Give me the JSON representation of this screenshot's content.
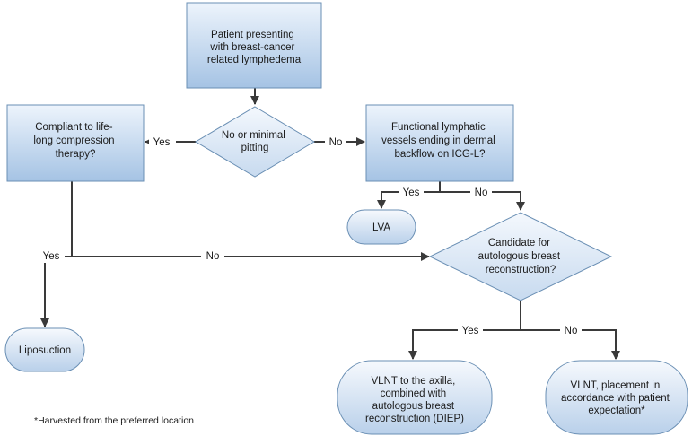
{
  "nodes": {
    "start": [
      "Patient presenting",
      "with breast-cancer",
      "related lymphedema"
    ],
    "pitting": [
      "No or minimal",
      "pitting"
    ],
    "compliant": [
      "Compliant to life-",
      "long compression",
      "therapy?"
    ],
    "functional": [
      "Functional lymphatic",
      "vessels ending in dermal",
      "backflow on ICG-L?"
    ],
    "lva": [
      "LVA"
    ],
    "candidate": [
      "Candidate for",
      "autologous breast",
      "reconstruction?"
    ],
    "liposuction": [
      "Liposuction"
    ],
    "vlnt_axilla": [
      "VLNT to the axilla,",
      "combined with",
      "autologous breast",
      "reconstruction (DIEP)"
    ],
    "vlnt_placement": [
      "VLNT, placement in",
      "accordance with patient",
      "expectation*"
    ]
  },
  "edge_labels": {
    "pitting_yes": "Yes",
    "pitting_no": "No",
    "functional_yes": "Yes",
    "functional_no": "No",
    "compliant_yes": "Yes",
    "compliant_no": "No",
    "candidate_yes": "Yes",
    "candidate_no": "No"
  },
  "footnote": "*Harvested from the preferred location",
  "colors": {
    "box_fill_top": "#e8f1fb",
    "box_fill_bottom": "#a9c6e6",
    "border": "#6a8fb4",
    "edge": "#3a3a3a"
  }
}
